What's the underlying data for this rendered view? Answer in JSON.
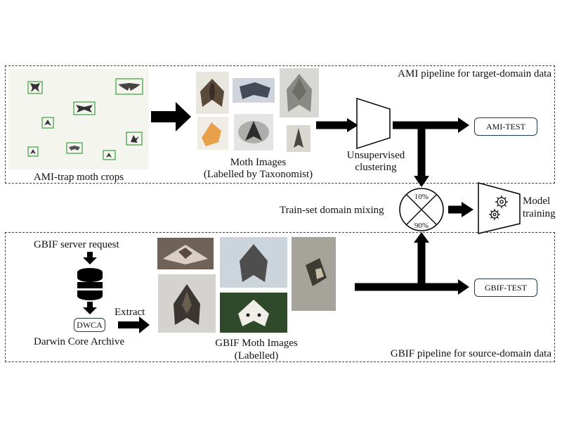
{
  "ami": {
    "title": "AMI pipeline for target-domain data",
    "crops_label": "AMI-trap moth crops",
    "images_label_line1": "Moth Images",
    "images_label_line2": "(Labelled by Taxonomist)",
    "clustering_line1": "Unsupervised",
    "clustering_line2": "clustering",
    "test_label": "AMI-TEST"
  },
  "mixing": {
    "label": "Train-set domain mixing",
    "top_pct": "10%",
    "bottom_pct": "90%",
    "model_line1": "Model",
    "model_line2": "training"
  },
  "gbif": {
    "title": "GBIF pipeline for source-domain data",
    "server_label": "GBIF server request",
    "dwca_label": "DWCA",
    "archive_label": "Darwin Core Archive",
    "extract_label": "Extract",
    "images_label_line1": "GBIF Moth Images",
    "images_label_line2": "(Labelled)",
    "test_label": "GBIF-TEST"
  },
  "icons": {
    "database": "database-icon",
    "gears": "gear-icon",
    "moth": "moth-icon"
  }
}
